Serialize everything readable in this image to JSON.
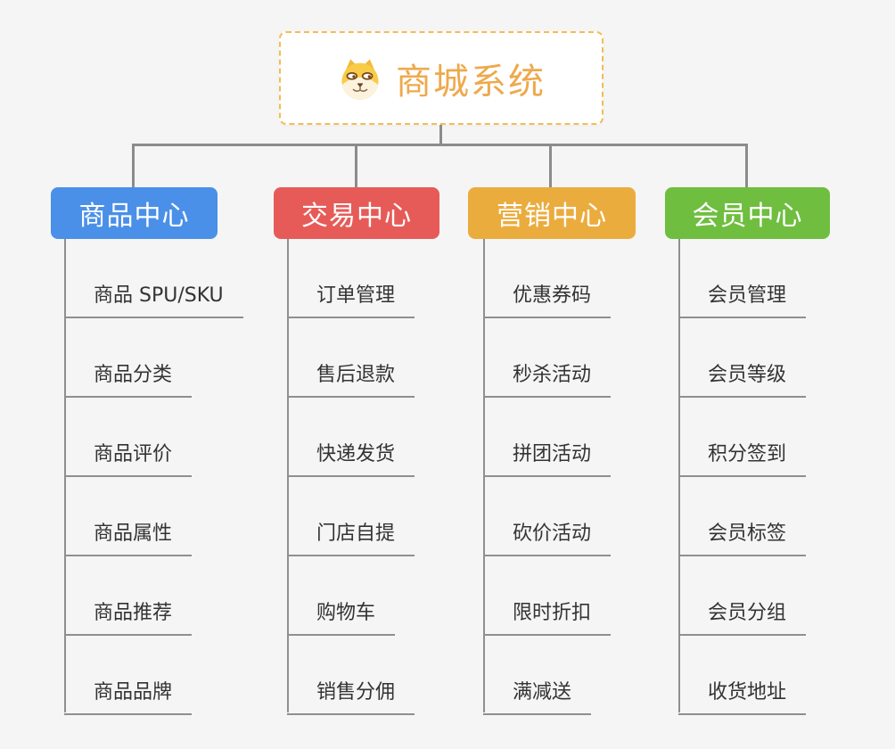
{
  "root": {
    "title": "商城系统",
    "icon": "dog-face-icon",
    "title_color": "#EEA94C",
    "border_color": "#F4BC55"
  },
  "connector_color": "#8C8C8C",
  "branches": [
    {
      "label": "商品中心",
      "color": "#4A90E8",
      "items": [
        "商品 SPU/SKU",
        "商品分类",
        "商品评价",
        "商品属性",
        "商品推荐",
        "商品品牌"
      ]
    },
    {
      "label": "交易中心",
      "color": "#E65B58",
      "items": [
        "订单管理",
        "售后退款",
        "快递发货",
        "门店自提",
        "购物车",
        "销售分佣"
      ]
    },
    {
      "label": "营销中心",
      "color": "#EBAC3E",
      "items": [
        "优惠券码",
        "秒杀活动",
        "拼团活动",
        "砍价活动",
        "限时折扣",
        "满减送"
      ]
    },
    {
      "label": "会员中心",
      "color": "#6FBE40",
      "items": [
        "会员管理",
        "会员等级",
        "积分签到",
        "会员标签",
        "会员分组",
        "收货地址"
      ]
    }
  ]
}
